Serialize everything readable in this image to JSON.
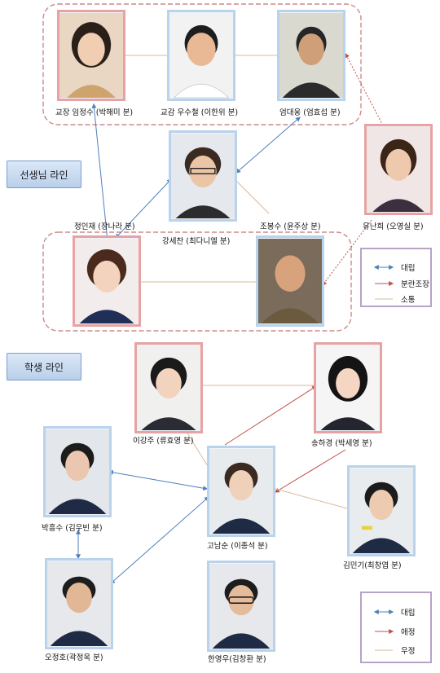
{
  "colors": {
    "rivalry": "#4f7fbd",
    "manipulation": "#c0504d",
    "communication": "#d9b99a"
  },
  "sections": {
    "teachers": "선생님 라인",
    "students": "학생 라인"
  },
  "teachers": {
    "principal": "교장 임정수 (박해미 분)",
    "vice_principal": "교감 우수철 (이한위 분)",
    "eom": "엄대웅 (엄효섭 분)",
    "kang": "강세찬 (최다니엘 분)",
    "jung": "정인재 (장나라 분)",
    "jo": "조봉수 (윤주상 분)",
    "yoo": "유난희 (오영실 분)"
  },
  "students": {
    "lee": "이강주 (류효영 분)",
    "song": "송하경 (박세영 분)",
    "park": "박흥수 (김우빈 분)",
    "go": "고남순 (이종석 분)",
    "kim": "김민기(최창엽 분)",
    "oh": "오정호(곽정욱 분)",
    "han": "한영우(김창환 분)"
  },
  "legend_teachers": {
    "rivalry": "대립",
    "manipulation": "분란조장",
    "communication": "소통"
  },
  "legend_students": {
    "rivalry": "대립",
    "love": "애정",
    "friendship": "우정"
  }
}
